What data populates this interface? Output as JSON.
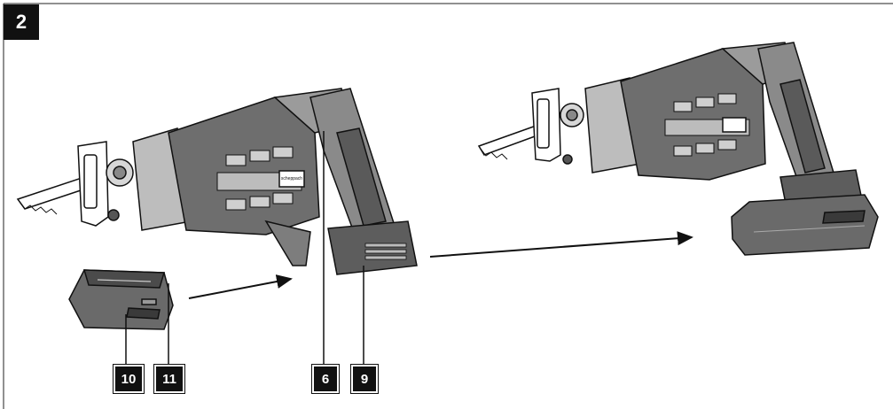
{
  "figure": {
    "number": "2",
    "labels": [
      "10",
      "11",
      "6",
      "9"
    ],
    "logo_text": "scheppach"
  }
}
